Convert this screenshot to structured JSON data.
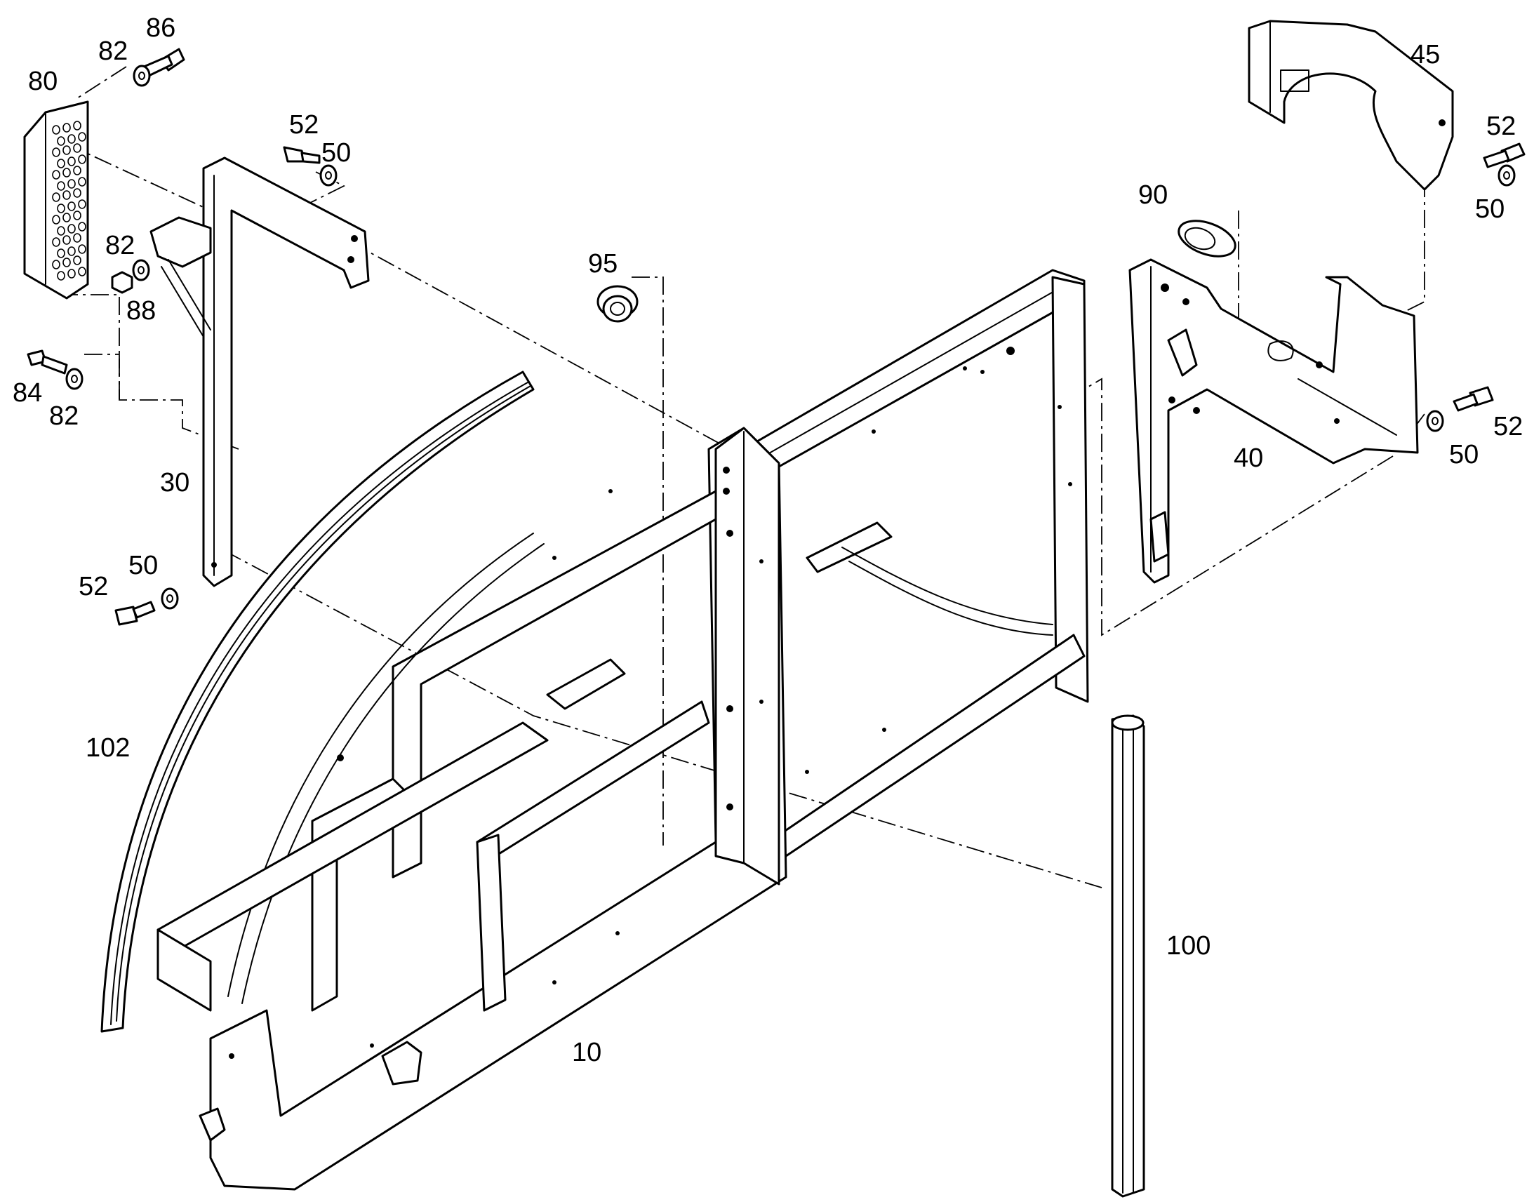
{
  "diagram": {
    "callouts": {
      "p10": "10",
      "p30": "30",
      "p40": "40",
      "p45": "45",
      "p50a": "50",
      "p50b": "50",
      "p50c": "50",
      "p50d": "50",
      "p52a": "52",
      "p52b": "52",
      "p52c": "52",
      "p52d": "52",
      "p80": "80",
      "p82a": "82",
      "p82b": "82",
      "p82c": "82",
      "p84": "84",
      "p86": "86",
      "p88": "88",
      "p90": "90",
      "p95": "95",
      "p100": "100",
      "p102": "102"
    },
    "colors": {
      "line": "#000000",
      "background": "#ffffff"
    }
  }
}
